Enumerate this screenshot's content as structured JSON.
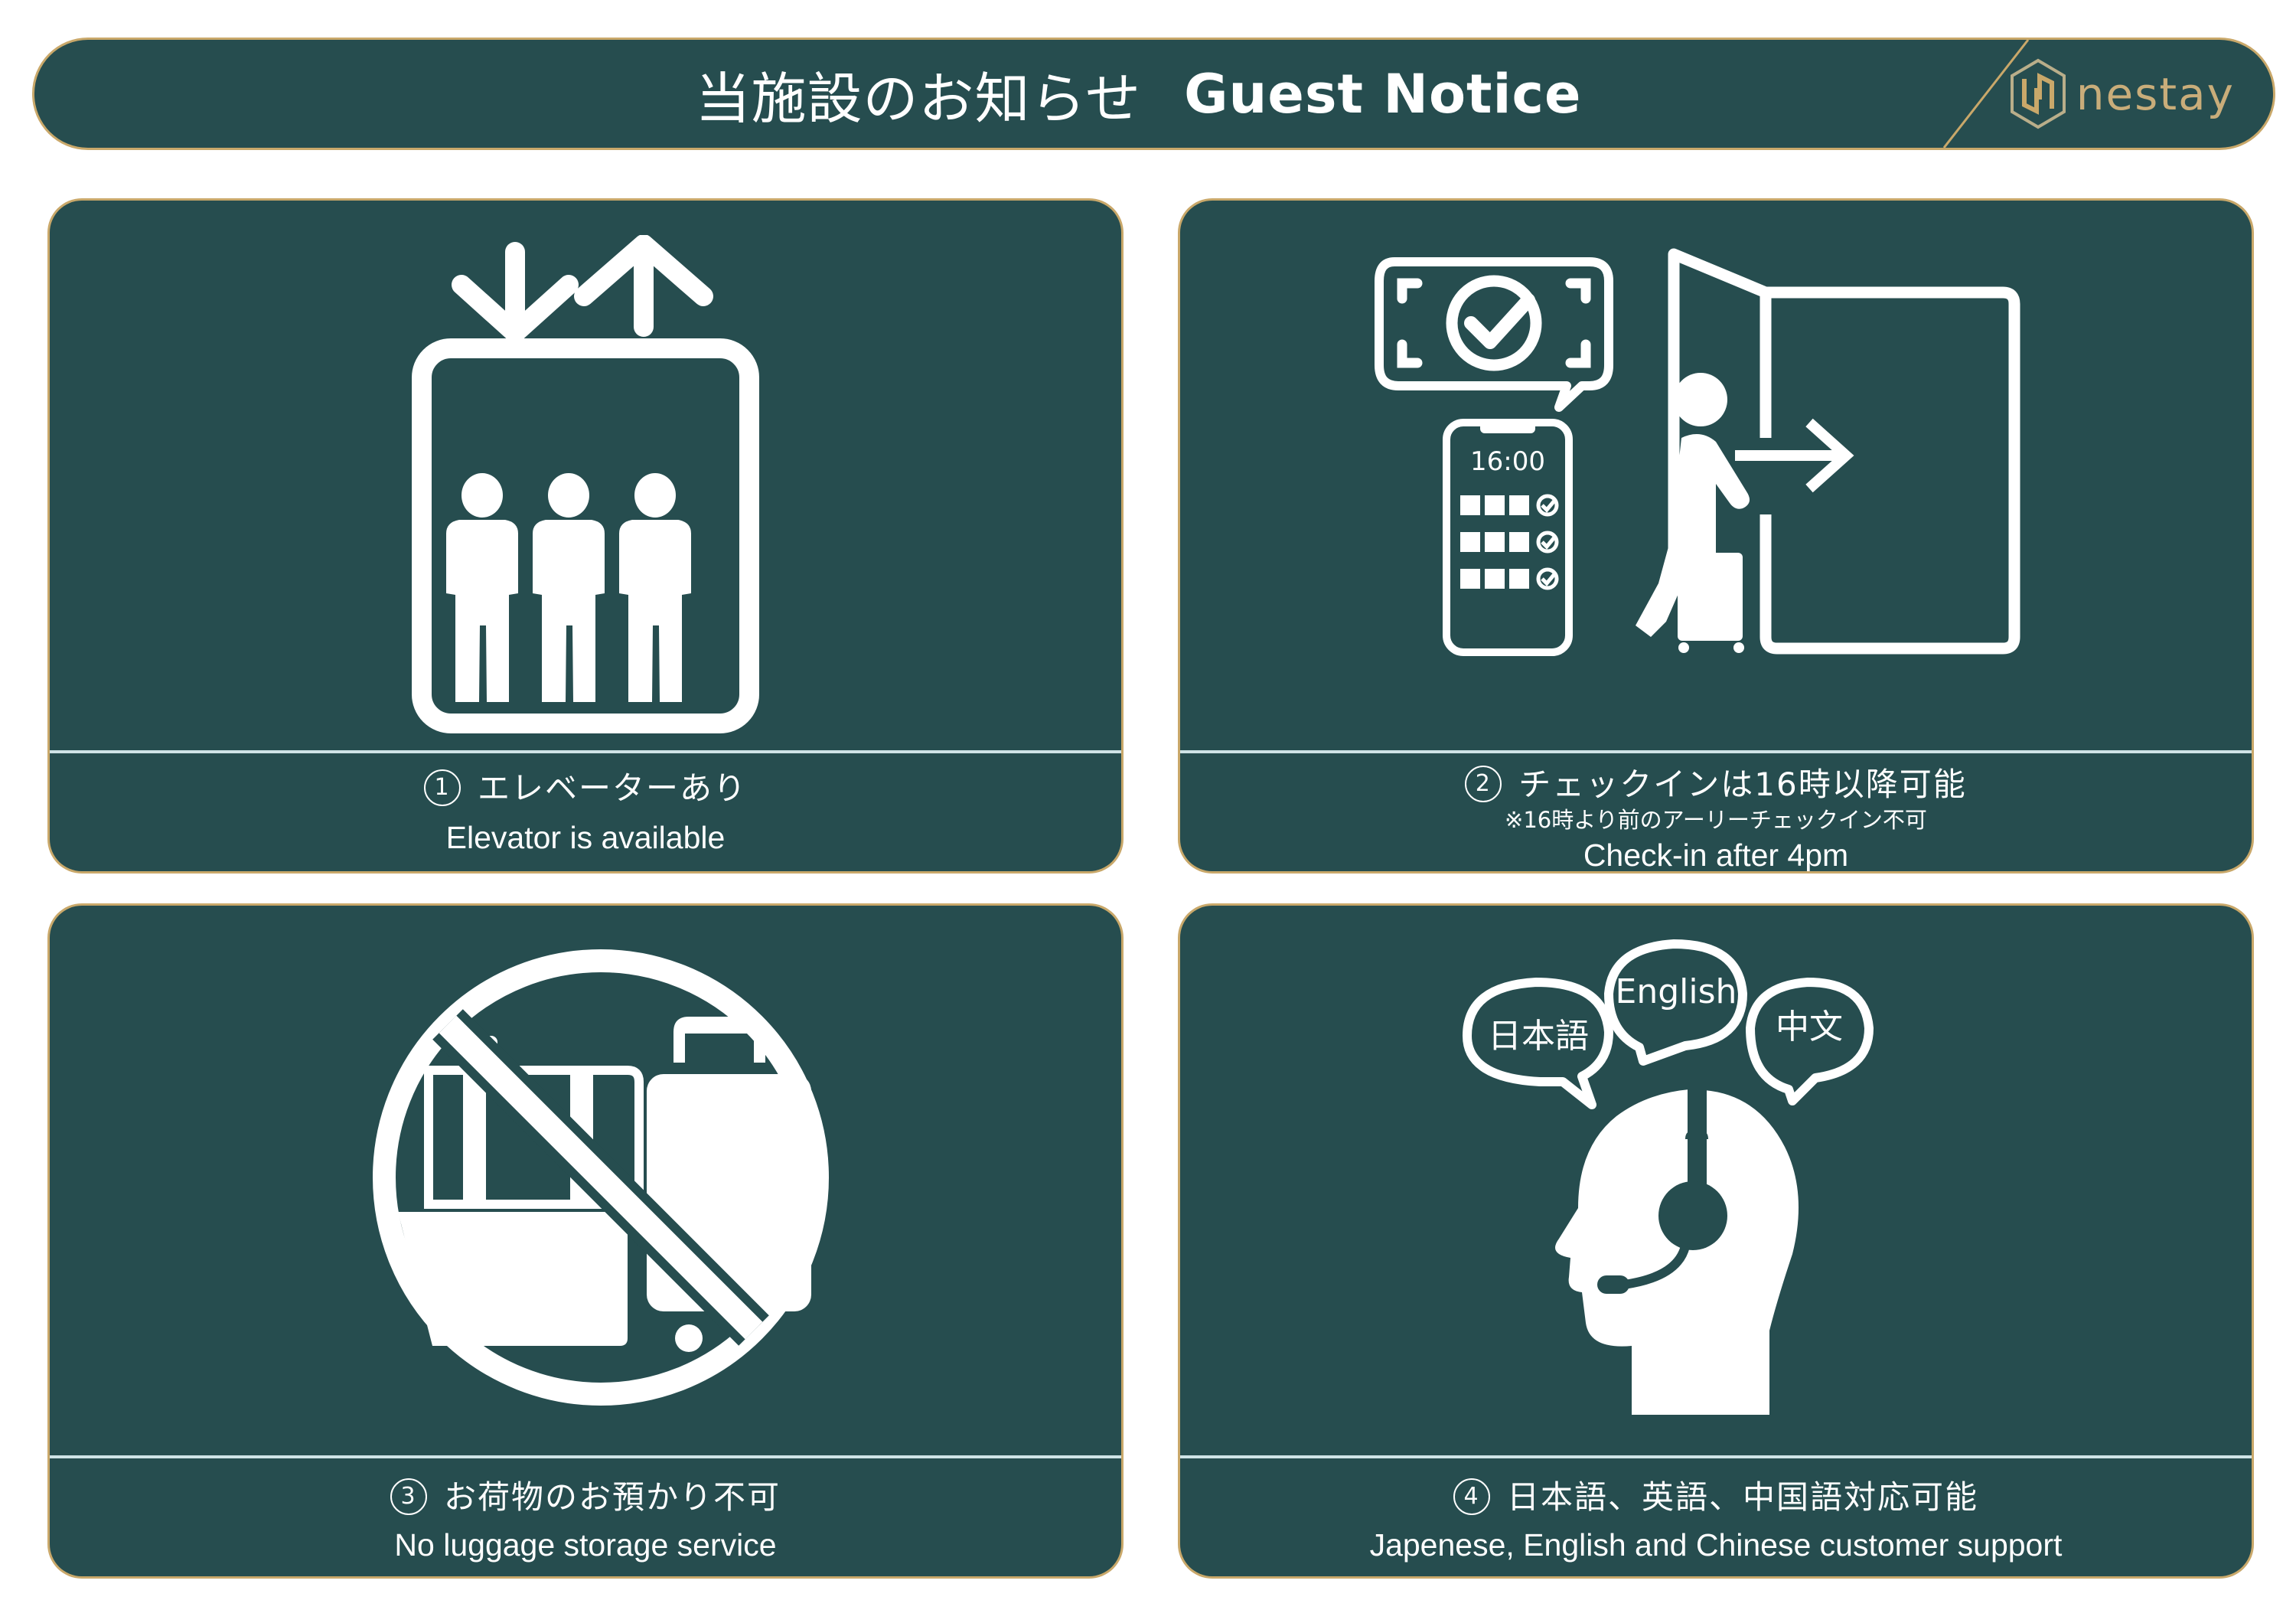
{
  "header": {
    "title_jp": "当施設のお知らせ",
    "title_en": "Guest Notice",
    "logo_text": "nestay",
    "logo_icon": "nestay-hexagon-logo-icon"
  },
  "colors": {
    "panel_bg": "#264d4f",
    "accent_gold": "#c9a86a",
    "text": "#ffffff",
    "divider": "#cfe3e6"
  },
  "notices": [
    {
      "number": "1",
      "icon": "elevator-icon",
      "title_jp": "エレベーターあり",
      "title_en": "Elevator is available"
    },
    {
      "number": "2",
      "icon": "check-in-door-icon",
      "title_jp": "チェックインは16時以降可能",
      "note_jp": "※16時より前のアーリーチェックイン不可",
      "title_en": "Check-in after 4pm",
      "phone_time": "16:00"
    },
    {
      "number": "3",
      "icon": "no-luggage-icon",
      "title_jp": "お荷物のお預かり不可",
      "title_en": "No luggage storage service"
    },
    {
      "number": "4",
      "icon": "multilingual-support-icon",
      "title_jp": "日本語、英語、中国語対応可能",
      "title_en": "Japenese, English and Chinese customer support",
      "bubbles": [
        "日本語",
        "English",
        "中文"
      ]
    }
  ]
}
